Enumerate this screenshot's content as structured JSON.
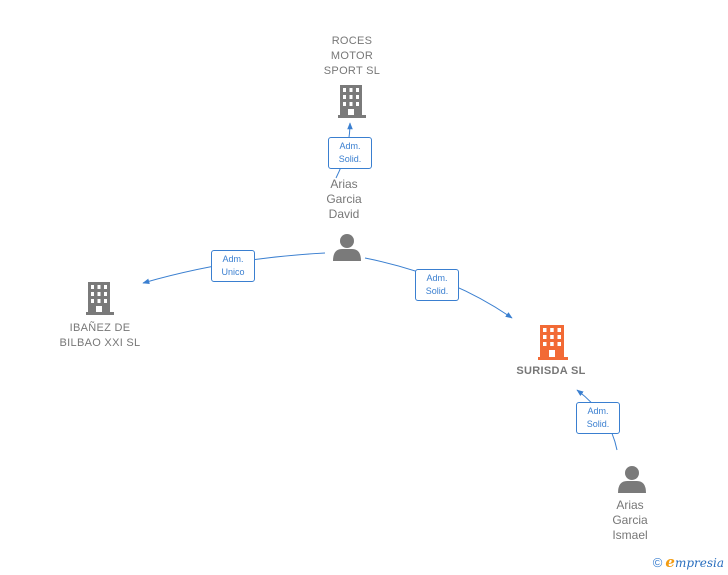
{
  "nodes": {
    "roces": {
      "name_lines": [
        "ROCES",
        "MOTOR",
        "SPORT  SL"
      ],
      "type": "company"
    },
    "ibanez": {
      "name_lines": [
        "IBAÑEZ DE",
        "BILBAO XXI  SL"
      ],
      "type": "company"
    },
    "surisda": {
      "name_lines": [
        "SURISDA  SL"
      ],
      "type": "company-main"
    },
    "david": {
      "name_lines": [
        "Arias",
        "Garcia",
        "David"
      ],
      "type": "person"
    },
    "ismael": {
      "name_lines": [
        "Arias",
        "Garcia",
        "Ismael"
      ],
      "type": "person"
    }
  },
  "edges": {
    "david_roces": {
      "label_lines": [
        "Adm.",
        "Solid."
      ]
    },
    "david_ibanez": {
      "label_lines": [
        "Adm.",
        "Unico"
      ]
    },
    "david_surisda": {
      "label_lines": [
        "Adm.",
        "Solid."
      ]
    },
    "ismael_surisda": {
      "label_lines": [
        "Adm.",
        "Solid."
      ]
    }
  },
  "colors": {
    "edge": "#3a7fd0",
    "company_icon": "#7a7a7a",
    "main_company_icon": "#f26a35",
    "person_icon": "#7a7a7a"
  },
  "footer": {
    "copyright_symbol": "©",
    "brand_initial": "e",
    "brand_rest": "mpresia"
  }
}
